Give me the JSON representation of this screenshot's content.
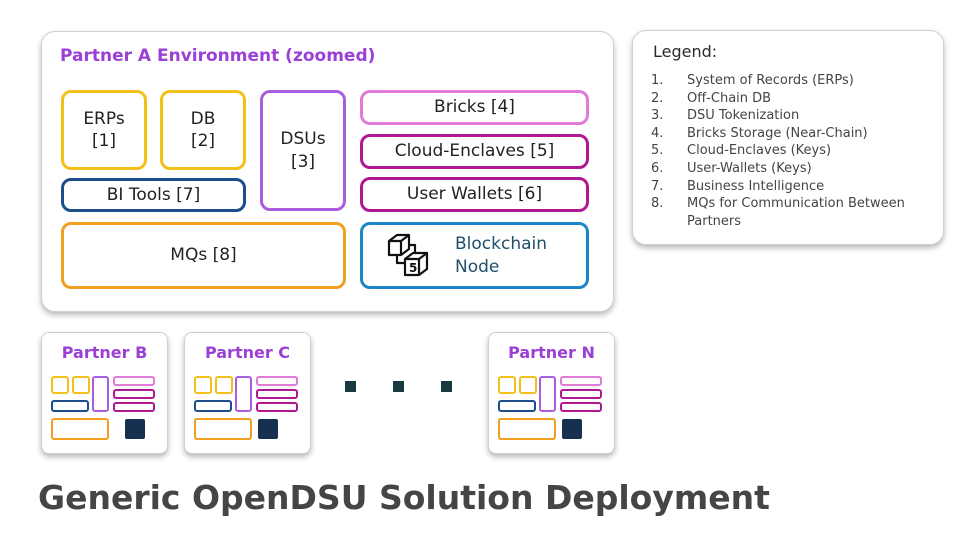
{
  "partner_a": {
    "title": "Partner A Environment (zoomed)",
    "erps": "ERPs\n[1]",
    "db": "DB\n[2]",
    "dsus": "DSUs\n[3]",
    "bi_tools": "BI Tools [7]",
    "bricks": "Bricks [4]",
    "cloud_enclaves": "Cloud-Enclaves [5]",
    "user_wallets": "User Wallets [6]",
    "mqs": "MQs [8]",
    "blockchain_line1": "Blockchain",
    "blockchain_line2": "Node"
  },
  "legend": {
    "title": "Legend:",
    "items": [
      {
        "num": "1.",
        "text": "System of Records (ERPs)"
      },
      {
        "num": "2.",
        "text": "Off-Chain DB"
      },
      {
        "num": "3.",
        "text": "DSU Tokenization"
      },
      {
        "num": "4.",
        "text": "Bricks Storage (Near-Chain)"
      },
      {
        "num": "5.",
        "text": "Cloud-Enclaves (Keys)"
      },
      {
        "num": "6.",
        "text": "User-Wallets (Keys)"
      },
      {
        "num": "7.",
        "text": "Business Intelligence"
      },
      {
        "num": "8.",
        "text": "MQs for Communication Between Partners"
      }
    ]
  },
  "partners": [
    {
      "title": "Partner B"
    },
    {
      "title": "Partner C"
    },
    {
      "title": "Partner N"
    }
  ],
  "main_title": "Generic OpenDSU Solution Deployment",
  "colors": {
    "yellow": "#f2c018",
    "blue": "#1d4d8c",
    "purple": "#a95ee0",
    "pink": "#e27ad8",
    "magenta": "#b0188f",
    "orange": "#f29e1f",
    "teal": "#1b87c9",
    "title_purple": "#9b3fd6"
  },
  "icons": {
    "blockchain": "blockchain-cubes-icon"
  }
}
